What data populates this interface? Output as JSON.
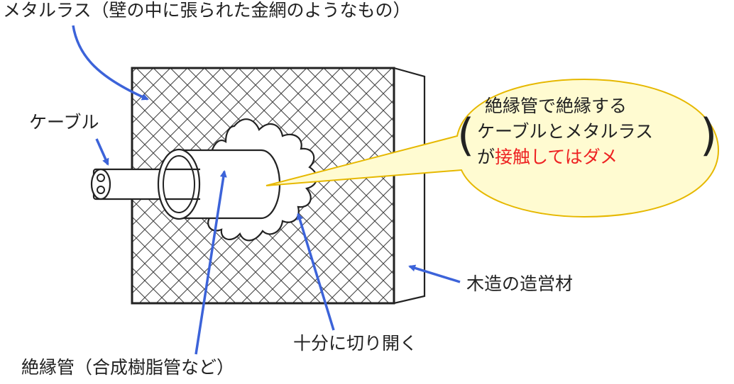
{
  "labels": {
    "metal_lath": "メタルラス（壁の中に張られた金網のようなもの）",
    "cable": "ケーブル",
    "wood_material": "木造の造営材",
    "cut_open": "十分に切り開く",
    "insulation_tube": "絶縁管（合成樹脂管など）"
  },
  "bubble": {
    "line1": "絶縁管で絶縁する",
    "line2": "ケーブルとメタルラス",
    "line3_prefix": "が",
    "line3_warning": "接触してはダメ",
    "paren_open": "(",
    "paren_close": ")"
  },
  "colors": {
    "arrow": "#3c63d9",
    "bubble_fill": "#fffbd1",
    "bubble_stroke": "#e6b800",
    "warning_text": "#ee2222",
    "outline": "#222222"
  }
}
